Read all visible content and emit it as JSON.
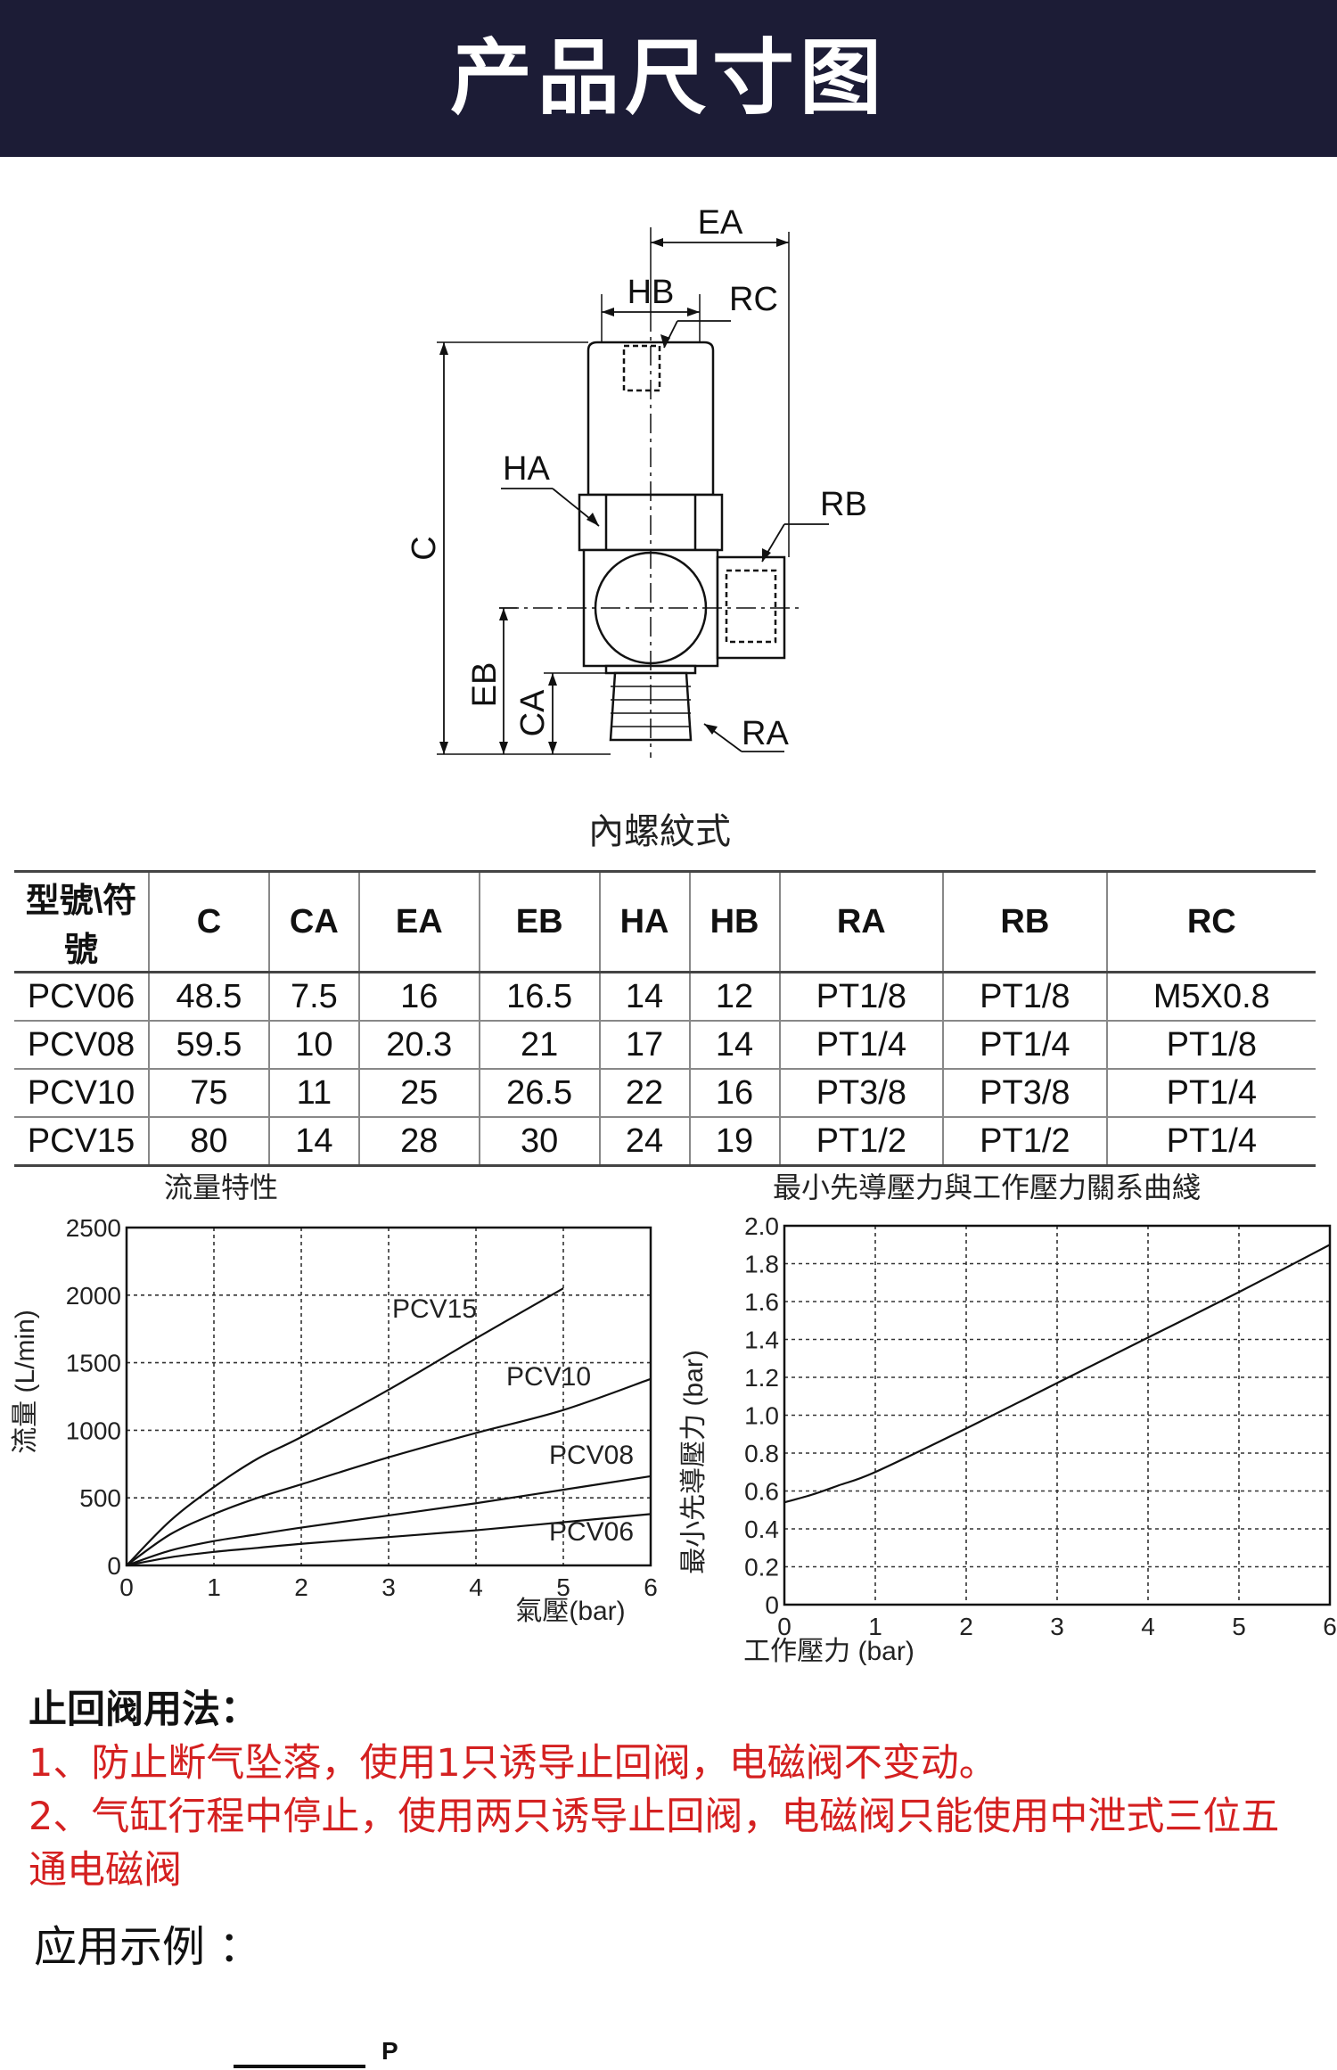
{
  "header": {
    "title": "产品尺寸图"
  },
  "drawing": {
    "labels": {
      "EA": "EA",
      "HB": "HB",
      "RC": "RC",
      "HA": "HA",
      "RB": "RB",
      "C": "C",
      "EB": "EB",
      "CA": "CA",
      "RA": "RA"
    },
    "caption": "內螺紋式"
  },
  "table": {
    "headers": [
      "型號\\符號",
      "C",
      "CA",
      "EA",
      "EB",
      "HA",
      "HB",
      "RA",
      "RB",
      "RC"
    ],
    "rows": [
      [
        "PCV06",
        "48.5",
        "7.5",
        "16",
        "16.5",
        "14",
        "12",
        "PT1/8",
        "PT1/8",
        "M5X0.8"
      ],
      [
        "PCV08",
        "59.5",
        "10",
        "20.3",
        "21",
        "17",
        "14",
        "PT1/4",
        "PT1/4",
        "PT1/8"
      ],
      [
        "PCV10",
        "75",
        "11",
        "25",
        "26.5",
        "22",
        "16",
        "PT3/8",
        "PT3/8",
        "PT1/4"
      ],
      [
        "PCV15",
        "80",
        "14",
        "28",
        "30",
        "24",
        "19",
        "PT1/2",
        "PT1/2",
        "PT1/4"
      ]
    ]
  },
  "chart_data": [
    {
      "type": "line",
      "title": "流量特性",
      "xlabel": "氣壓(bar)",
      "ylabel": "流量 (L/min)",
      "xlim": [
        0,
        6
      ],
      "ylim": [
        0,
        2500
      ],
      "xticks": [
        "0",
        "1",
        "2",
        "3",
        "4",
        "5",
        "6"
      ],
      "yticks": [
        "0",
        "500",
        "1000",
        "1500",
        "2000",
        "2500"
      ],
      "grid": true,
      "series": [
        {
          "name": "PCV15",
          "x": [
            0,
            0.5,
            1,
            1.5,
            2,
            3,
            4,
            5
          ],
          "y": [
            0,
            330,
            580,
            790,
            950,
            1300,
            1680,
            2050
          ]
        },
        {
          "name": "PCV10",
          "x": [
            0,
            0.5,
            1,
            1.5,
            2,
            3,
            4,
            5,
            6
          ],
          "y": [
            0,
            230,
            380,
            500,
            600,
            800,
            980,
            1150,
            1380
          ]
        },
        {
          "name": "PCV08",
          "x": [
            0,
            0.5,
            1,
            1.5,
            2,
            3,
            4,
            5,
            6
          ],
          "y": [
            0,
            110,
            180,
            230,
            280,
            370,
            460,
            560,
            660
          ]
        },
        {
          "name": "PCV06",
          "x": [
            0,
            0.5,
            1,
            1.5,
            2,
            3,
            4,
            5,
            6
          ],
          "y": [
            0,
            60,
            100,
            130,
            160,
            210,
            260,
            320,
            380
          ]
        }
      ]
    },
    {
      "type": "line",
      "title": "最小先導壓力與工作壓力關系曲綫",
      "xlabel": "工作壓力 (bar)",
      "ylabel": "最小先導壓力 (bar)",
      "xlim": [
        0,
        6
      ],
      "ylim": [
        0,
        2.0
      ],
      "xticks": [
        "0",
        "1",
        "2",
        "3",
        "4",
        "5",
        "6"
      ],
      "yticks": [
        "0",
        "0.2",
        "0.4",
        "0.6",
        "0.8",
        "1.0",
        "1.2",
        "1.4",
        "1.6",
        "1.8",
        "2.0"
      ],
      "grid": true,
      "series": [
        {
          "x": [
            0,
            0.3,
            0.6,
            1,
            2,
            3,
            4,
            5,
            6
          ],
          "y": [
            0.54,
            0.58,
            0.63,
            0.7,
            0.93,
            1.17,
            1.41,
            1.65,
            1.9
          ]
        }
      ]
    }
  ],
  "usage": {
    "title": "止回阀用法：",
    "line1": "1、防止断气坠落，使用1只诱导止回阀，电磁阀不变动。",
    "line2": "2、气缸行程中停止，使用两只诱导止回阀，电磁阀只能使用中泄式三位五通电磁阀"
  },
  "example": {
    "title": "应用示例 ：",
    "port_label": "P"
  },
  "colors": {
    "header_bg": "#1c1c36",
    "accent_red": "#d42020"
  }
}
